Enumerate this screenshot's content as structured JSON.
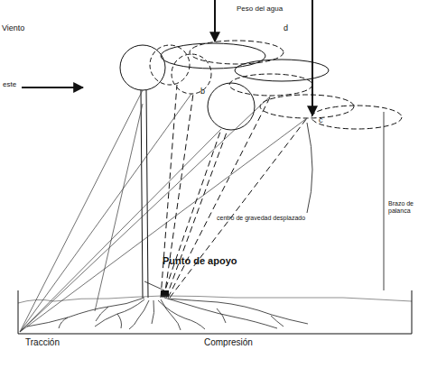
{
  "diagram": {
    "labels": [
      "Peso del agua",
      "Viento",
      "d",
      "este",
      "b",
      "c",
      "Brazo de palanca",
      "centro de gravedad desplazado",
      "Punto de apoyo",
      "Tracción",
      "Compresión"
    ]
  }
}
